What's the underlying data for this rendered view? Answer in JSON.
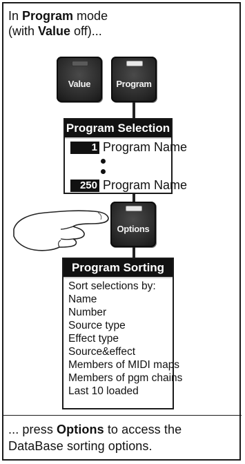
{
  "intro": {
    "line1_pre": "In ",
    "line1_bold": "Program",
    "line1_post": " mode",
    "line2_pre": "(with ",
    "line2_bold": "Value",
    "line2_post": " off)..."
  },
  "buttons": {
    "value_label": "Value",
    "program_label": "Program",
    "options_label": "Options"
  },
  "program_selection": {
    "title": "Program Selection",
    "first_number": "1",
    "first_name": "Program Name",
    "last_number": "250",
    "last_name": "Program Name"
  },
  "program_sorting": {
    "title": "Program Sorting",
    "header": "Sort selections by:",
    "items": [
      "Name",
      "Number",
      "Source type",
      "Effect type",
      "Source&effect",
      "Members of MIDI maps",
      "Members of pgm chains",
      "Last 10 loaded"
    ]
  },
  "outro": {
    "line1_pre": "... press ",
    "line1_bold": "Options",
    "line1_post": " to access the",
    "line2": "DataBase sorting options."
  },
  "colors": {
    "panel_dark": "#111111",
    "button_body": "#262626",
    "led_on": "#e8e8e8",
    "led_off": "#5a5a5a"
  }
}
